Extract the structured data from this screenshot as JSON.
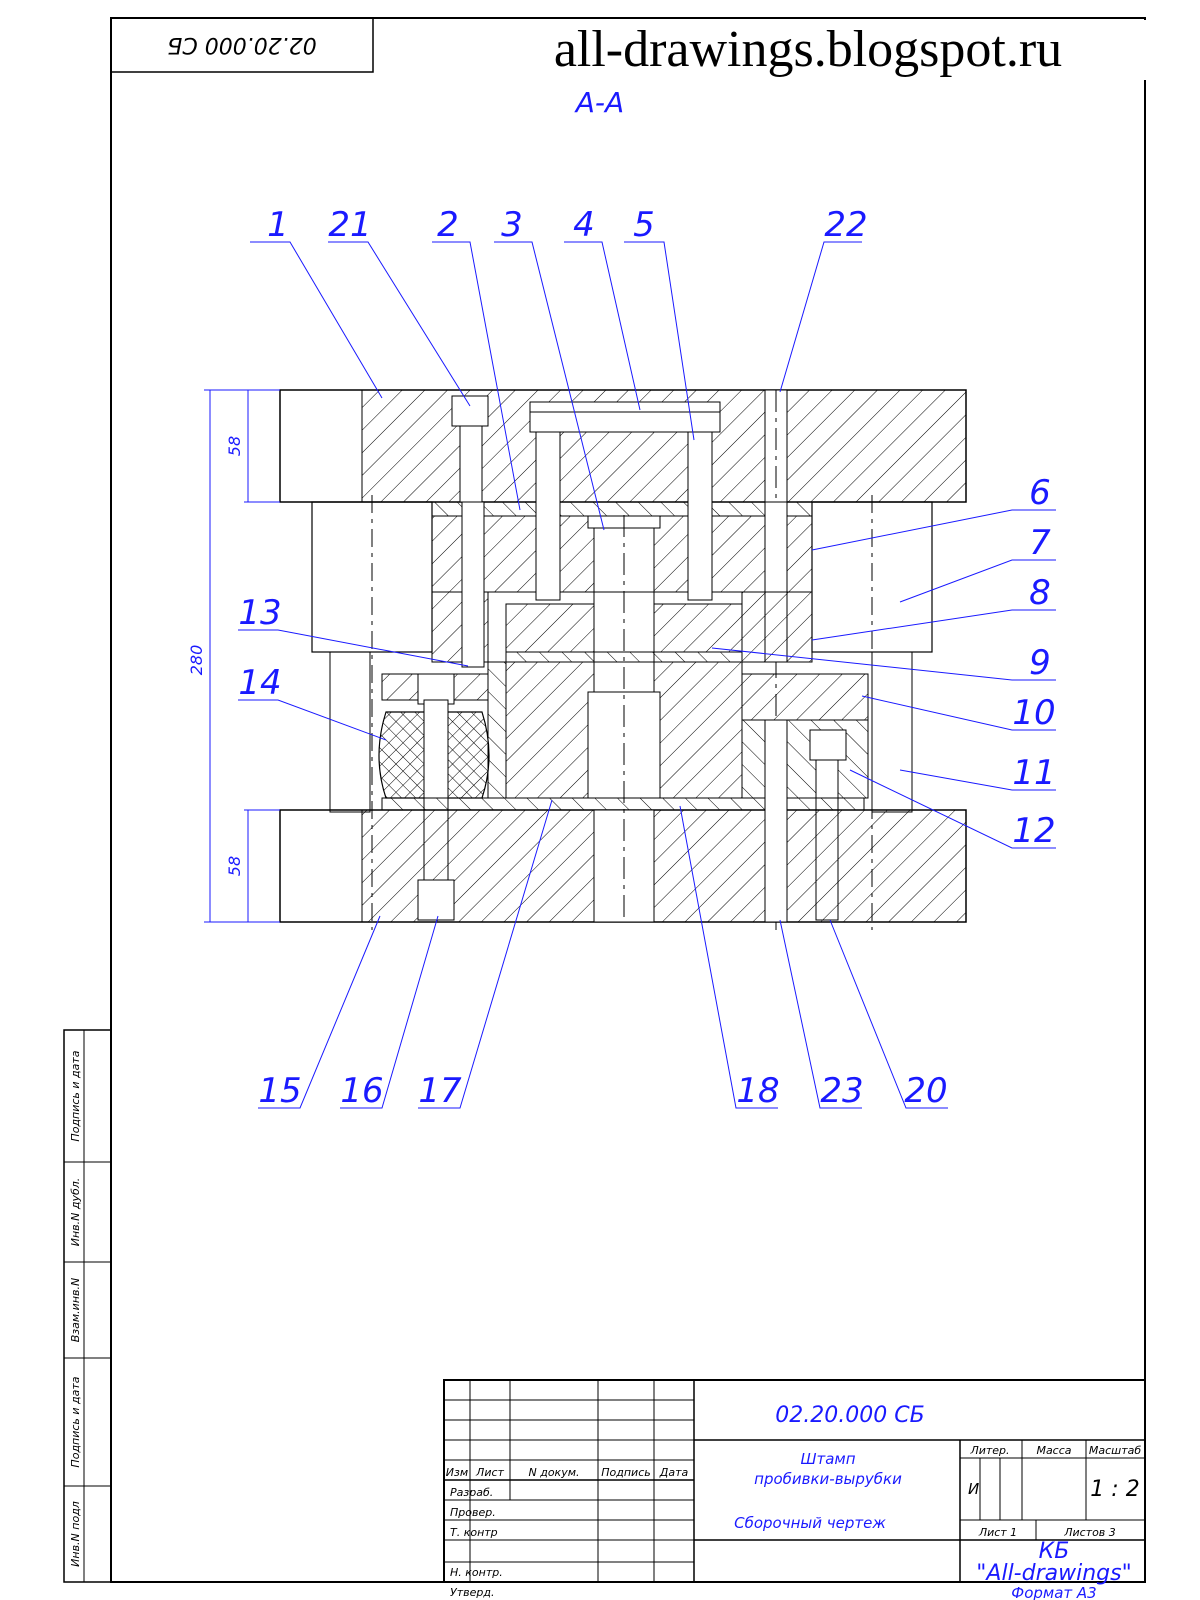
{
  "site_title": "all-drawings.blogspot.ru",
  "corner_stamp": "02.20.000 СБ",
  "section_label": "А-А",
  "dimensions": {
    "total_height": "280",
    "top_plate": "58",
    "bottom_plate": "58"
  },
  "callouts": [
    "1",
    "21",
    "2",
    "3",
    "4",
    "5",
    "22",
    "6",
    "7",
    "8",
    "13",
    "9",
    "14",
    "10",
    "11",
    "12",
    "15",
    "16",
    "17",
    "18",
    "23",
    "20"
  ],
  "side_strip": [
    "Инв.N подл",
    "Подпись и дата",
    "Взам.инв.N",
    "Инв.N дубл.",
    "Подпись и дата"
  ],
  "title_block": {
    "designation": "02.20.000 СБ",
    "name_line1": "Штамп",
    "name_line2": "пробивки-вырубки",
    "doc_type": "Сборочный чертеж",
    "col_headers": [
      "Изм",
      "Лист",
      "N докум.",
      "Подпись",
      "Дата"
    ],
    "row_labels": [
      "Разраб.",
      "Провер.",
      "Т. контр",
      "Н. контр.",
      "Утверд."
    ],
    "litera_label": "Литер.",
    "litera_value": "И",
    "mass_label": "Масса",
    "scale_label": "Масштаб",
    "scale_value": "1 : 2",
    "sheet_label": "Лист 1",
    "sheets_label": "Листов 3",
    "org_line1": "КБ",
    "org_line2": "\"All-drawings\"",
    "format": "Формат А3"
  }
}
